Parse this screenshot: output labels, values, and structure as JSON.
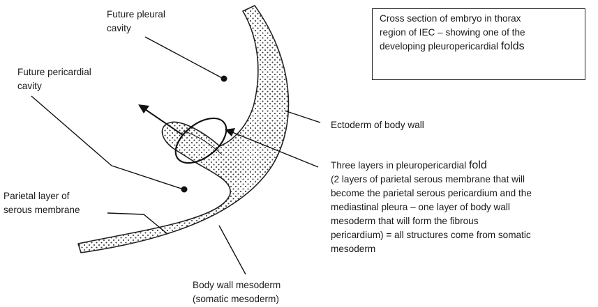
{
  "title_box": {
    "line1": "Cross section of embryo in thorax",
    "line2": "region of IEC – showing one of the",
    "line3_a": "developing pleuropericardial ",
    "line3_b": "folds"
  },
  "labels": {
    "future_pleural_cavity": [
      "Future pleural",
      "cavity"
    ],
    "future_pericardial_cavity": [
      "Future pericardial",
      "cavity"
    ],
    "parietal_layer": [
      "Parietal layer of",
      "serous membrane"
    ],
    "ectoderm": "Ectoderm of body wall",
    "three_layers": {
      "line1_a": "Three layers in pleuropericardial ",
      "line1_b": "fold",
      "lines": [
        "(2 layers of parietal serous membrane that will",
        "become the parietal serous pericardium and the",
        "mediastinal pleura – one layer of body wall",
        "mesoderm that will form the fibrous",
        "pericardium) = all structures come from somatic",
        "mesoderm"
      ]
    },
    "body_wall_mesoderm": [
      "Body wall mesoderm",
      "(somatic mesoderm)"
    ]
  }
}
